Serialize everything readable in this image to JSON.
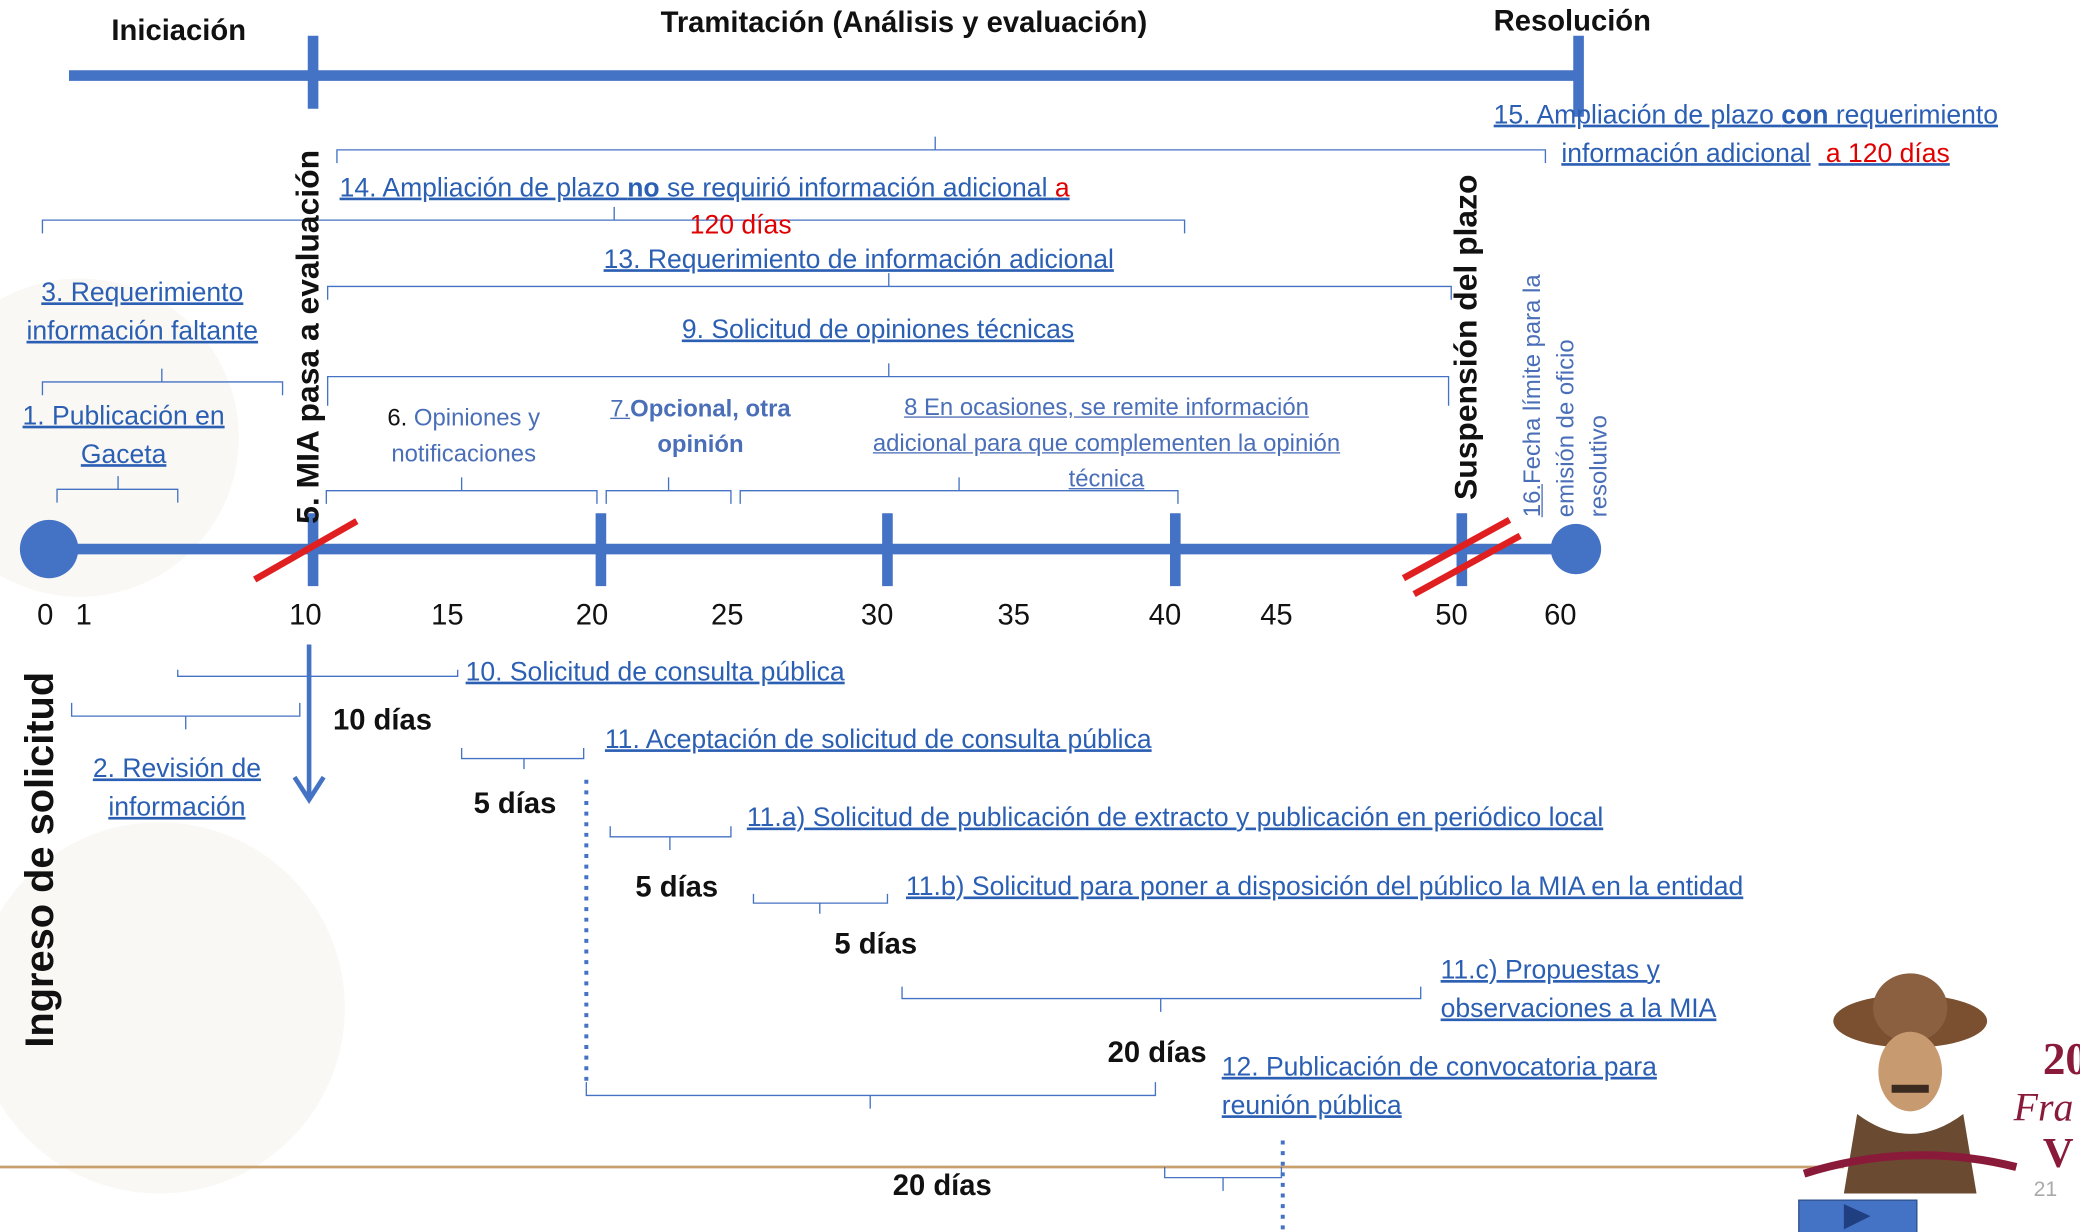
{
  "phases": {
    "iniciacion": "Iniciación",
    "tramitacion": "Tramitación (Análisis y evaluación)",
    "resolucion": "Resolución"
  },
  "axis_ticks": [
    "0",
    "1",
    "10",
    "15",
    "20",
    "25",
    "30",
    "35",
    "40",
    "45",
    "50",
    "60"
  ],
  "steps": {
    "s1": {
      "line1": "1. Publicación en",
      "line2": "Gaceta"
    },
    "s2": {
      "line1": "2. Revisión de",
      "line2": "información"
    },
    "s3": {
      "line1": "3. Requerimiento",
      "line2": "información faltante"
    },
    "s5": "5. MIA pasa a evaluación",
    "s6": {
      "num": "6.",
      "line1": "Opiniones y",
      "line2": "notificaciones"
    },
    "s7": {
      "line1a": "7.",
      "line1b": "Opcional, otra",
      "line2": "opinión"
    },
    "s8": {
      "line1": "8  En ocasiones, se remite información",
      "line2": "adicional para que complementen la opinión",
      "line3": "técnica"
    },
    "s9": "9. Solicitud de opiniones técnicas",
    "s10": "10. Solicitud de consulta pública",
    "s11": "11. Aceptación de solicitud de consulta pública",
    "s11a": "11.a) Solicitud de publicación de extracto y publicación en periódico local",
    "s11b": "11.b) Solicitud para poner a disposición del público la MIA en la entidad",
    "s11c": {
      "line1": "11.c) Propuestas y",
      "line2": "observaciones a la MIA"
    },
    "s12": {
      "line1": "12. Publicación de convocatoria para",
      "line2": "reunión pública"
    },
    "s13": "13. Requerimiento de información adicional",
    "s14": {
      "a": "14. Ampliación de plazo ",
      "b": "no",
      "c": " se requirió información adicional",
      "d": "a",
      "e": "120 días"
    },
    "s15": {
      "a": "15. Ampliación de plazo ",
      "b": "con",
      "c": " requerimiento",
      "d": "información adicional",
      "e": " a 120 días"
    },
    "s16": {
      "num": "16.",
      "line1": "Fecha límite para la",
      "line2": "emisión de oficio",
      "line3": "resolutivo"
    }
  },
  "suspension": "Suspensión del plazo",
  "ingreso": "Ingreso de solicitud",
  "durations": {
    "d10": "10 días",
    "d5a": "5 días",
    "d5b": "5 días",
    "d5c": "5 días",
    "d20a": "20 días",
    "d20b": "20 días"
  },
  "page_number": "21",
  "colors": {
    "timeline_blue": "#4472c4",
    "link_blue": "#2b5fb3",
    "red_marks": "#e02020",
    "footer_line": "#c8a06e"
  },
  "icons": [
    "play-icon",
    "emblem-logo"
  ]
}
